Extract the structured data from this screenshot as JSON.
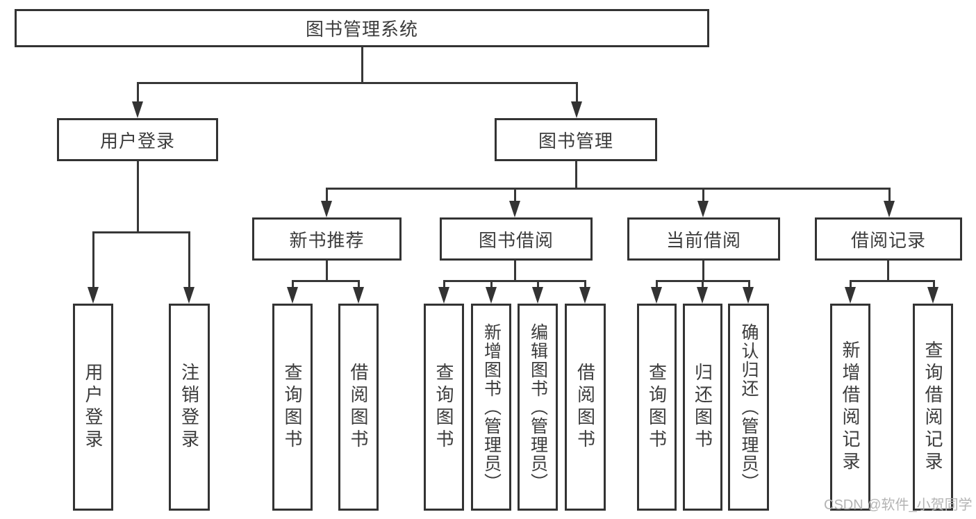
{
  "diagram": {
    "root": "图书管理系统",
    "level1": [
      "用户登录",
      "图书管理"
    ],
    "level2": [
      "新书推荐",
      "图书借阅",
      "当前借阅",
      "借阅记录"
    ],
    "leaves": {
      "user_login": [
        "用户登录",
        "注销登录"
      ],
      "new_book_rec": [
        "查询图书",
        "借阅图书"
      ],
      "book_borrow": [
        "查询图书",
        "新增图书（管理员）",
        "编辑图书（管理员）",
        "借阅图书"
      ],
      "current_borrow": [
        "查询图书",
        "归还图书",
        "确认归还（管理员）"
      ],
      "borrow_records": [
        "新增借阅记录",
        "查询借阅记录"
      ]
    }
  },
  "watermark": "CSDN @软件_小贺同学"
}
